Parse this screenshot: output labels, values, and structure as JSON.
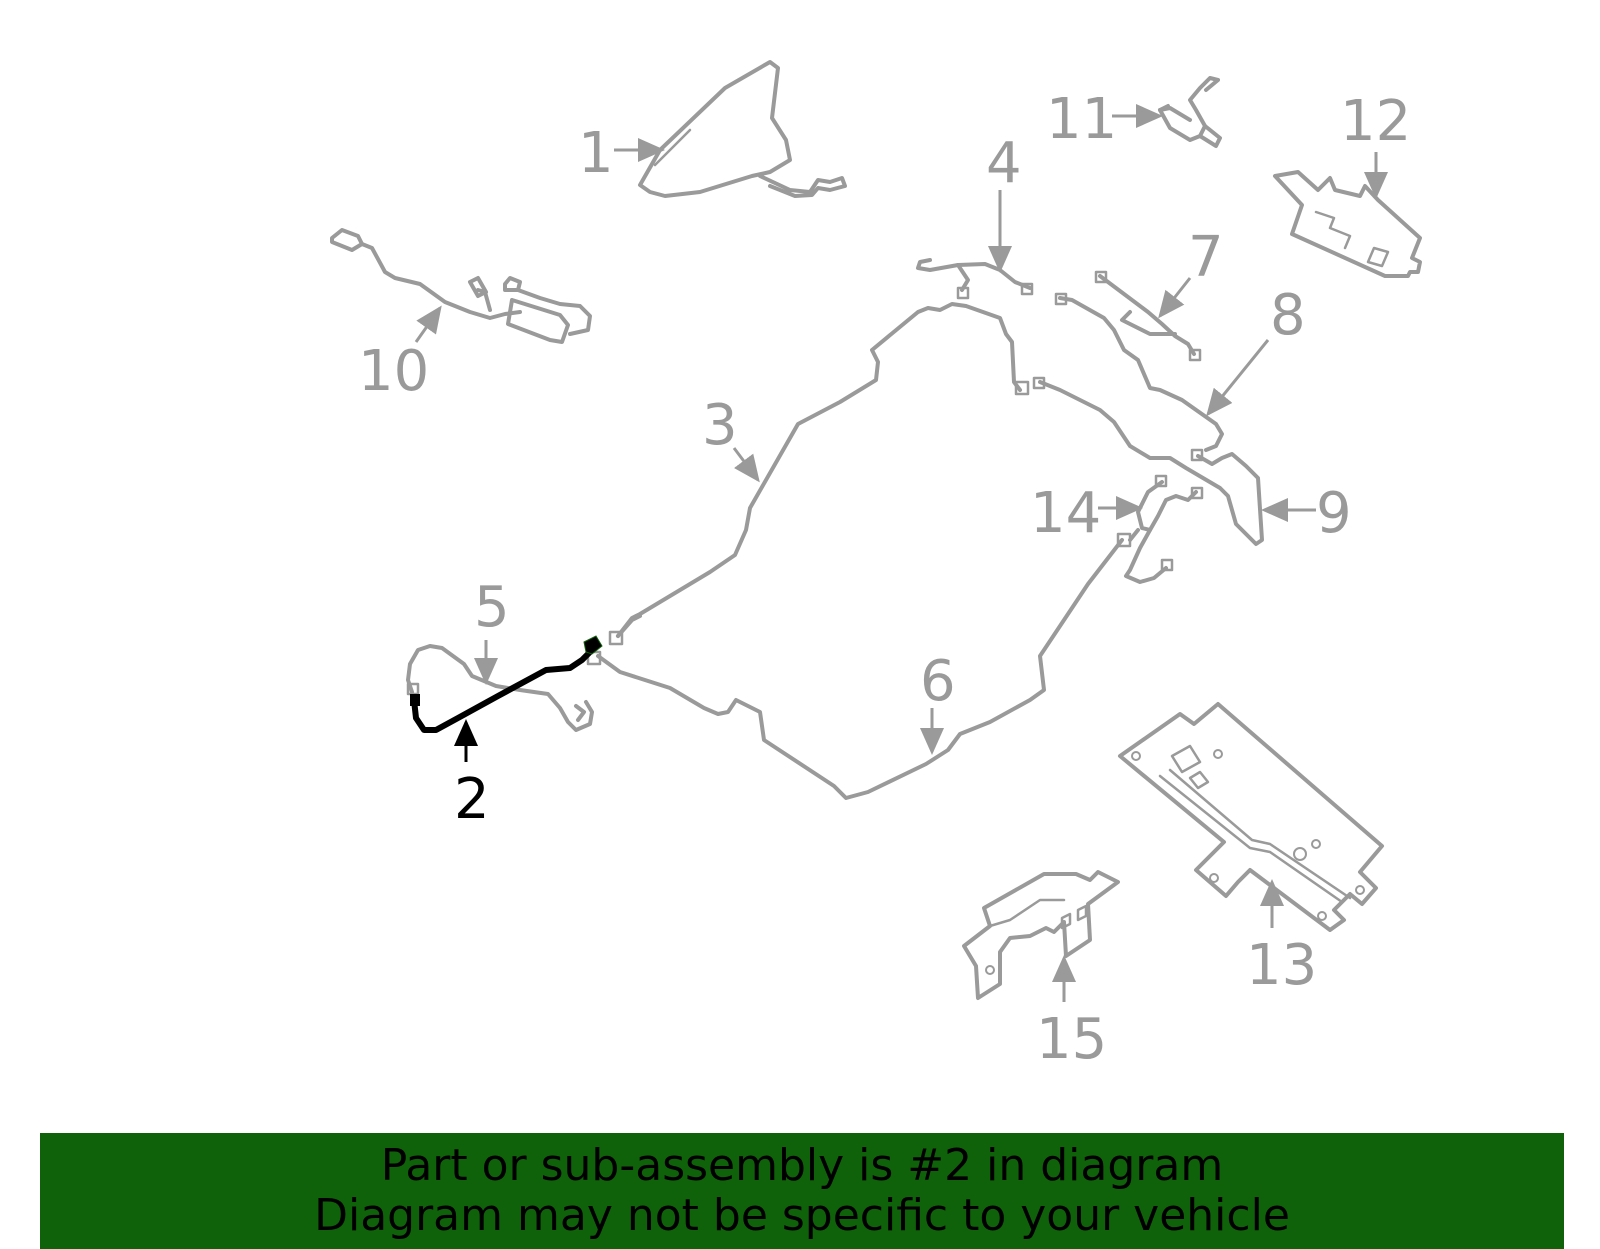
{
  "diagram": {
    "highlight_part": "2",
    "highlight_color": "#000000",
    "part_color": "#9a9a9a",
    "callouts": [
      "1",
      "2",
      "3",
      "4",
      "5",
      "6",
      "7",
      "8",
      "9",
      "10",
      "11",
      "12",
      "13",
      "14",
      "15"
    ]
  },
  "banner": {
    "line1": "Part or sub-assembly is #2 in diagram",
    "line2": "Diagram may not be specific to your vehicle",
    "background": "#0f6209"
  }
}
